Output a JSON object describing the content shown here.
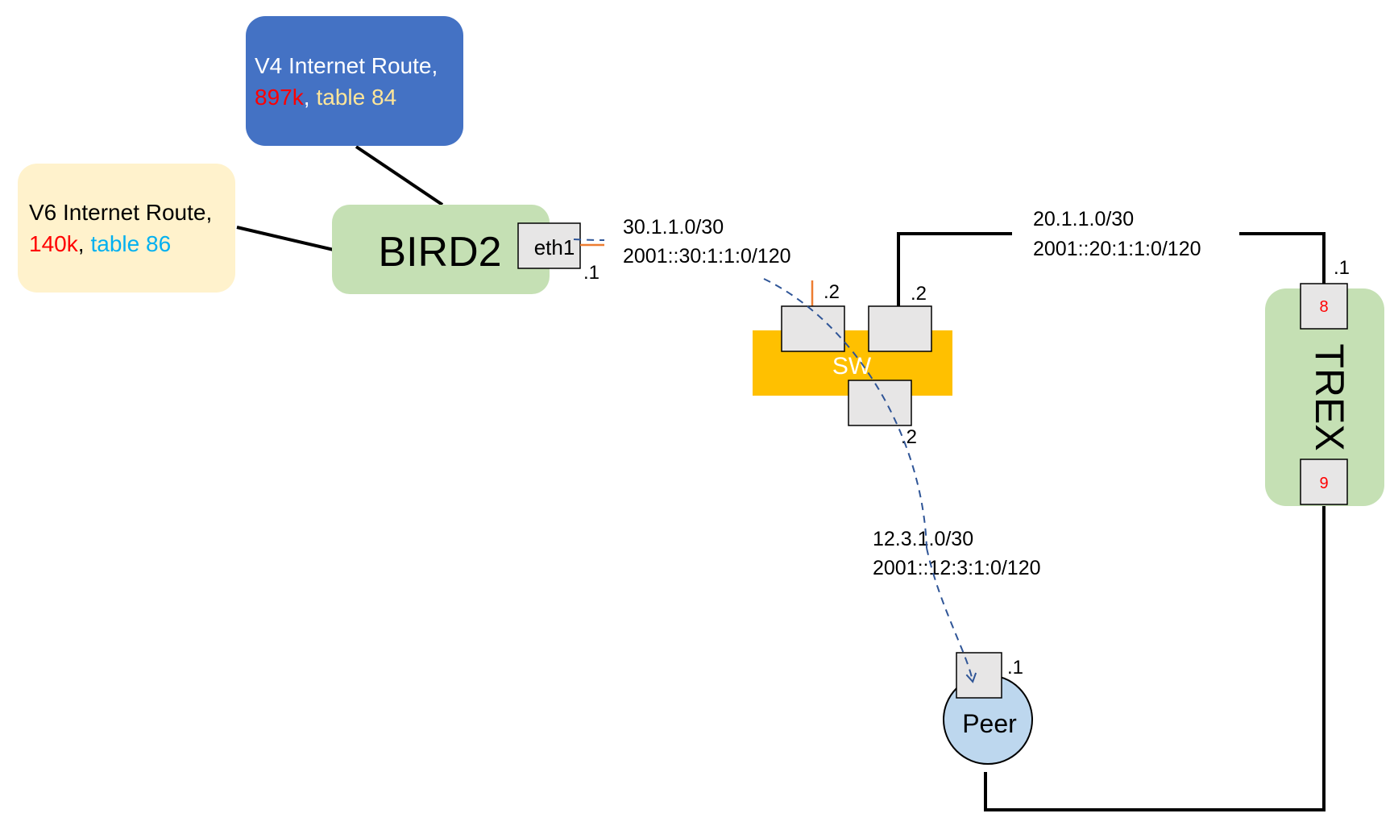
{
  "v4_route": {
    "title": "V4 Internet Route,",
    "count": "897k",
    "sep": ",",
    "table": "table 84"
  },
  "v6_route": {
    "title": "V6 Internet Route,",
    "count": "140k",
    "sep": ",",
    "table": "table 86"
  },
  "bird2": {
    "label": "BIRD2",
    "port_label": "eth1",
    "port_ip": ".1"
  },
  "sw": {
    "label": "SW",
    "port1_ip": ".2",
    "port2_ip": ".2",
    "port3_ip": ".2"
  },
  "trex": {
    "label": "TREX",
    "port_top": "8",
    "port_bottom": "9",
    "port_top_ip": ".1"
  },
  "peer": {
    "label": "Peer",
    "port_ip": ".1"
  },
  "links": {
    "bird_sw": {
      "v4": "30.1.1.0/30",
      "v6": "2001::30:1:1:0/120"
    },
    "sw_trex": {
      "v4": "20.1.1.0/30",
      "v6": "2001::20:1:1:0/120"
    },
    "sw_peer": {
      "v4": "12.3.1.0/30",
      "v6": "2001::12:3:1:0/120"
    }
  },
  "colors": {
    "v4_box": "#4472c4",
    "v6_box": "#fff2cc",
    "node_green": "#c5e0b4",
    "sw_yellow": "#ffc000",
    "peer_blue": "#bdd7ee",
    "port_grey": "#e7e6e6",
    "count_red": "#ff0000",
    "table84": "#ffe699",
    "table86": "#00b0f0",
    "dash_blue": "#2f5597",
    "orange": "#ed7d31"
  }
}
